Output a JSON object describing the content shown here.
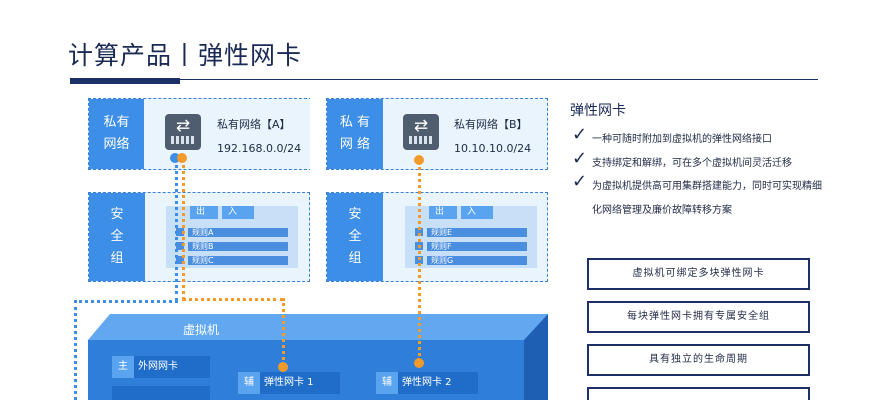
{
  "header": {
    "title": "计算产品丨弹性网卡"
  },
  "net_a": {
    "side": [
      "私有",
      "网络"
    ],
    "title": "私有网络【A】",
    "cidr": "192.168.0.0/24"
  },
  "net_b": {
    "side": [
      "私 有",
      "网 络"
    ],
    "title": "私有网络【B】",
    "cidr": "10.10.10.0/24"
  },
  "sg_a": {
    "side": [
      "安",
      "全",
      "组"
    ],
    "hdr_out": "出",
    "hdr_in": "入",
    "rules": [
      "规则A",
      "规则B",
      "规则C"
    ]
  },
  "sg_b": {
    "side": [
      "安",
      "全",
      "组"
    ],
    "hdr_out": "出",
    "hdr_in": "入",
    "rules": [
      "规则E",
      "规则F",
      "规则G"
    ]
  },
  "vm": {
    "label": "虚拟机",
    "nics": [
      {
        "tag": "主",
        "label": "外网网卡"
      },
      {
        "tag": "辅",
        "label": "弹性网卡 1"
      },
      {
        "tag": "辅",
        "label": "弹性网卡 2"
      }
    ]
  },
  "panel": {
    "title": "弹性网卡",
    "features": [
      "一种可随时附加到虚拟机的弹性网络接口",
      "支持绑定和解绑，可在多个虚拟机间灵活迁移",
      "为虚拟机提供高可用集群搭建能力，同时可实现精细"
    ],
    "feature_cont": "化网络管理及廉价故障转移方案",
    "pills": [
      "虚拟机可绑定多块弹性网卡",
      "每块弹性网卡拥有专属安全组",
      "具有独立的生命周期"
    ]
  },
  "colors": {
    "primary_dark": "#1c2f66",
    "box_fill": "#eaf4fd",
    "accent_blue": "#3c8ee6",
    "link_orange": "#f39a2b",
    "link_blue": "#3c8ee6"
  }
}
